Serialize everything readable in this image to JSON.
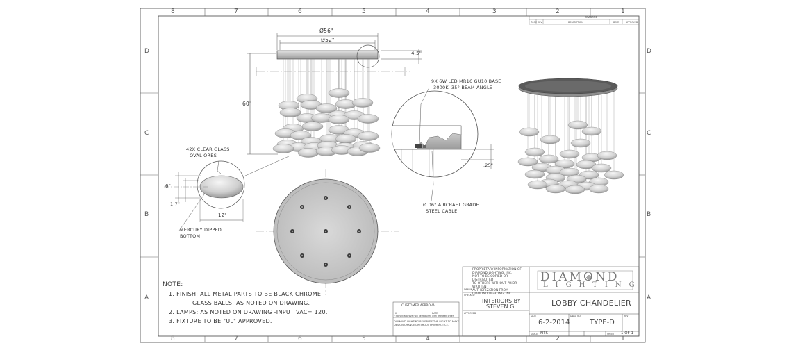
{
  "border": {
    "columns": [
      "8",
      "7",
      "6",
      "5",
      "4",
      "3",
      "2",
      "1"
    ],
    "rows": [
      "D",
      "C",
      "B",
      "A"
    ]
  },
  "revisions": {
    "title": "REVISIONS",
    "headers": [
      "ZONE",
      "REV.",
      "DESCRIPTION",
      "DATE",
      "APPROVED"
    ]
  },
  "dimensions": {
    "d56": "Ø56\"",
    "d52": "Ø52\"",
    "h45": "4.5\"",
    "h60": "60\"",
    "h6": "6\"",
    "h17": "1.7\"",
    "w12": "12\"",
    "h25": ".25\""
  },
  "callouts": {
    "led_line1": "9X 6W LED MR16 GU10 BASE",
    "led_line2": "3000K- 35° BEAM ANGLE",
    "orbs_line1": "42X CLEAR GLASS",
    "orbs_line2": "OVAL ORBS",
    "mercury_line1": "MERCURY DIPPED",
    "mercury_line2": "BOTTOM",
    "cable_line1": "Ø.06\" AIRCRAFT GRADE",
    "cable_line2": "STEEL  CABLE"
  },
  "notes": {
    "title": "NOTE:",
    "items": [
      "1. FINISH: ALL METAL PARTS TO BE BLACK CHROME.",
      "GLASS BALLS: AS NOTED ON DRAWING.",
      "2. LAMPS: AS NOTED ON DRAWING -INPUT VAC= 120.",
      "3. FIXTURE TO BE \"UL\" APPROVED."
    ]
  },
  "approval": {
    "title": "CUSTOMER APPROVAL",
    "x_label": "X",
    "date_label": "DATE",
    "required": "* Signed approval will be required with released order.",
    "disclaimer_line1": "DIAMOND LIGHTING RESERVES THE RIGHT TO MAKE",
    "disclaimer_line2": "DESIGN CHANGES WITHOUT PRIOR NOTICE."
  },
  "title_block": {
    "proprietary": [
      "PROPRIETARY INFORMATION OF",
      "DIAMOND LIGHTING, INC.",
      "NOT TO BE COPIED OR DISTRIBUTED",
      "TO OTHERS WITHOUT PRIOR WRITTEN",
      "AUTHORIZATION FROM",
      "DIAMOND LIGHTING, INC."
    ],
    "drawn_label": "DRAWN",
    "checked_label": "CHECKED",
    "approved_label": "APPROVED",
    "client_line1": "INTERIORS BY",
    "client_line2": "STEVEN G.",
    "brand_top": "DIAMOND",
    "brand_bottom": "LIGHTING",
    "title": "LOBBY CHANDELIER",
    "date_label": "DATE",
    "date": "6-2-2014",
    "dwg_label": "DWG. NO.",
    "dwg": "TYPE-D",
    "rev_label": "REV",
    "scale_label": "SCALE",
    "scale": "NTS",
    "sheet_label": "SHEET",
    "sheet": "1 OF 1"
  },
  "colors": {
    "line": "#555555",
    "glass": "#d8d8d8",
    "canopy": "#c8c8c8",
    "canopy_dark": "#555555"
  }
}
